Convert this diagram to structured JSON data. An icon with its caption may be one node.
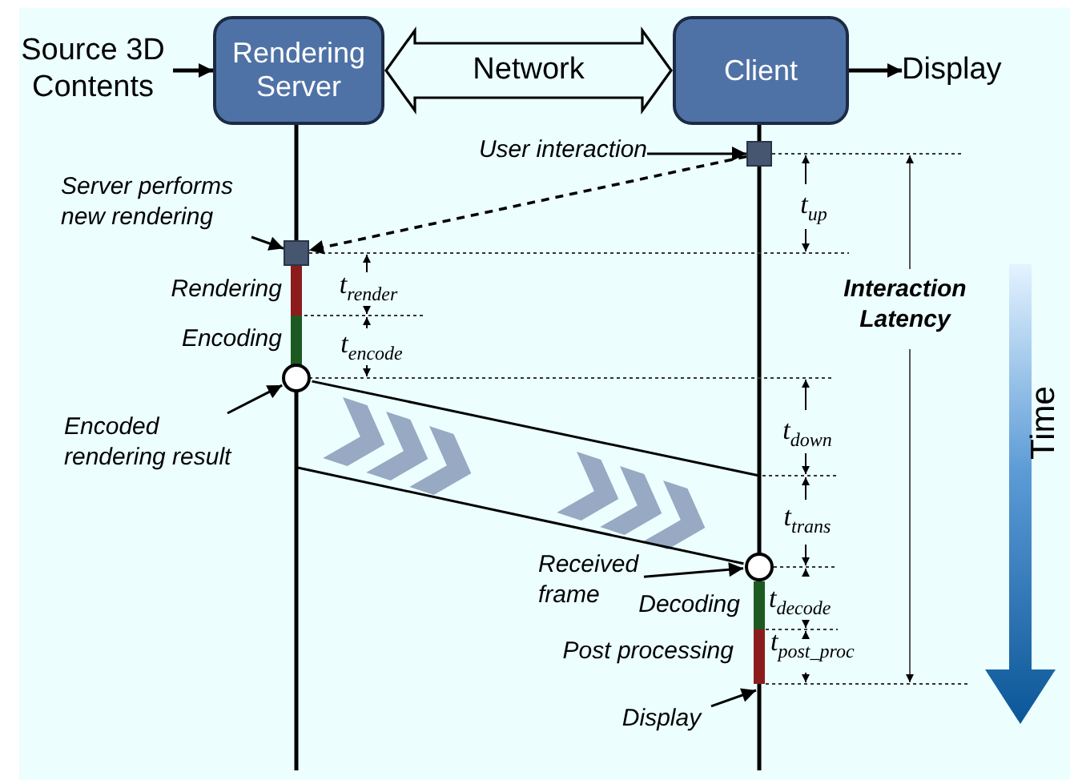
{
  "diagram": {
    "nodes": [
      {
        "text": [
          "Source 3D Contents"
        ]
      },
      {
        "text": [
          "Rendering Server"
        ]
      },
      {
        "text": [
          "Client"
        ]
      },
      {
        "text": [
          "Display"
        ]
      },
      {
        "text": [
          "User interaction"
        ]
      },
      {
        "text": [],
        "shape": "box"
      },
      {
        "text": [
          "Server performs new rendering"
        ]
      },
      {
        "text": [],
        "shape": "box"
      },
      {
        "text": [],
        "shape": "circle"
      },
      {
        "text": [
          "Encoded rendering result"
        ]
      },
      {
        "text": [
          "Received frame"
        ]
      },
      {
        "text": [],
        "shape": "circle"
      },
      {
        "text": [
          "Display"
        ]
      }
    ],
    "edges": [
      {
        "from": 0,
        "to": 1,
        "arrow": "to"
      },
      {
        "from": 1,
        "to": 2,
        "arrow": "both",
        "label": "Network",
        "style": "thick"
      },
      {
        "from": 2,
        "to": 3,
        "arrow": "to"
      },
      {
        "from": 4,
        "to": 5,
        "arrow": "to"
      },
      {
        "from": 5,
        "to": 7,
        "arrow": "to",
        "style": "dashed"
      },
      {
        "from": 6,
        "to": 7,
        "arrow": "to"
      },
      {
        "from": 9,
        "to": 8,
        "arrow": "to"
      },
      {
        "from": 8,
        "to": null,
        "arrow": "none"
      },
      {
        "from": null,
        "to": 11,
        "arrow": "none"
      },
      {
        "from": 10,
        "to": 11,
        "arrow": "to"
      },
      {
        "from": 12,
        "to": null,
        "arrow": "to"
      }
    ],
    "labels": [
      "t$_{up}$",
      "Rendering",
      "t$_{render}$",
      "Interaction Latency",
      "Encoding",
      "t$_{encode}$",
      "Time",
      "t$_{down}$",
      "t$_{trans}$",
      "Decoding",
      "t$_{decode}$",
      "Post processing",
      "t$_{post_proc}$"
    ]
  }
}
